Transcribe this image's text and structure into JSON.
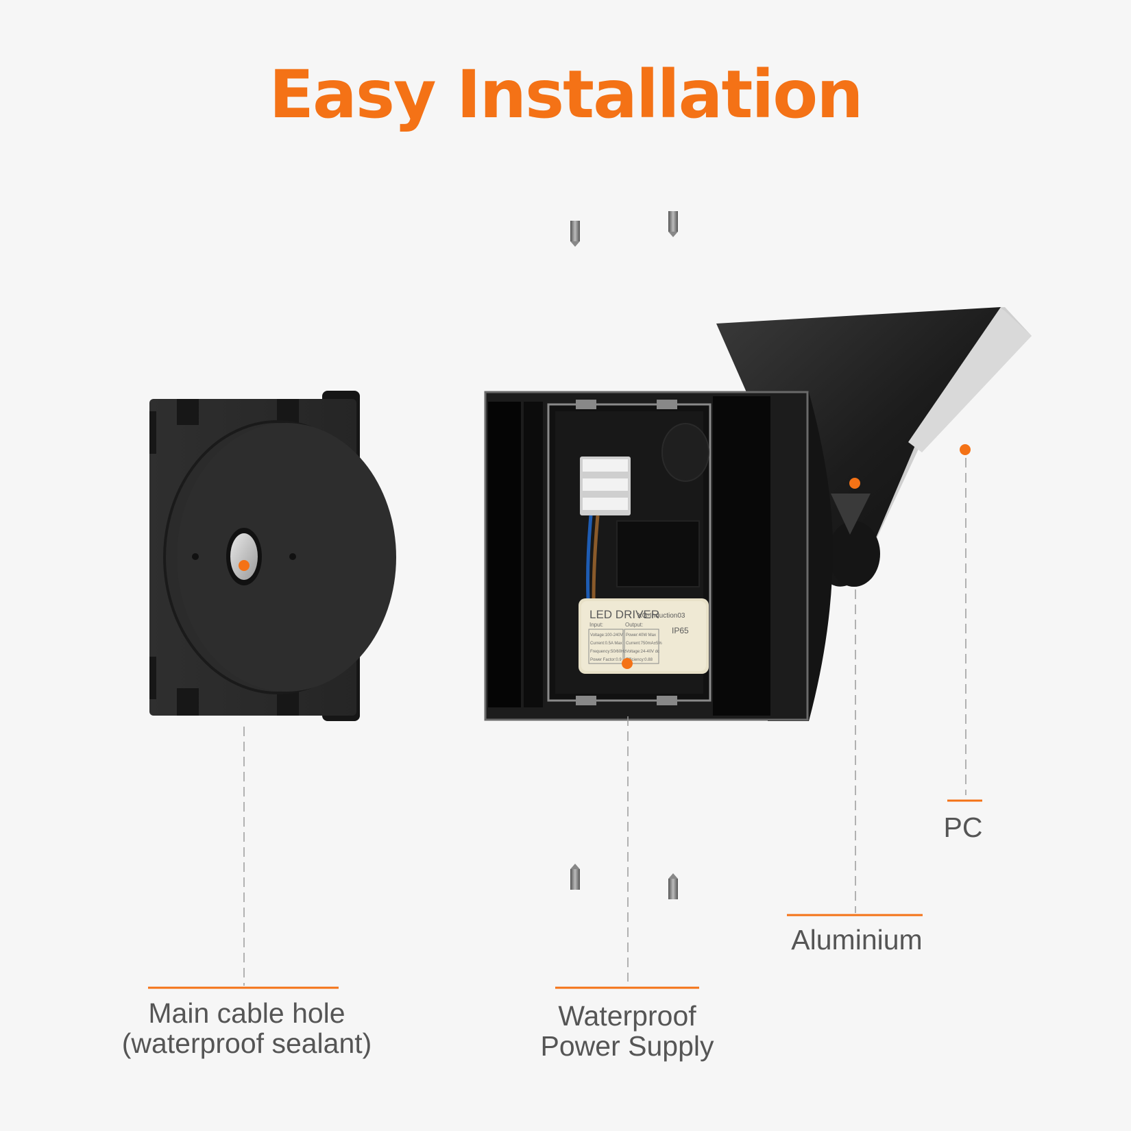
{
  "title": "Easy Installation",
  "colors": {
    "accent": "#f47216",
    "background": "#f6f6f6",
    "label_text": "#555555",
    "product_body": "#1e1e1e"
  },
  "callouts": {
    "cable_hole": {
      "line1": "Main cable hole",
      "line2": "(waterproof sealant)"
    },
    "power_supply": {
      "line1": "Waterproof",
      "line2": "Power Supply"
    },
    "aluminium": {
      "label": "Aluminium"
    },
    "pc": {
      "label": "PC"
    }
  },
  "driver_label": {
    "brand": "LED DRIVER",
    "model": "XG-Induction03",
    "rating": "IP65",
    "input_header": "Input:",
    "output_header": "Output:",
    "input_specs": [
      "Voltage:100-240V",
      "Current:0.5A Max",
      "Frequency:50/60Hz",
      "Power Factor:0.9"
    ],
    "output_specs": [
      "Power:40W Max",
      "Current:750mA±5%",
      "Voltage:24-40V dc",
      "Efficiency:0.88"
    ]
  }
}
